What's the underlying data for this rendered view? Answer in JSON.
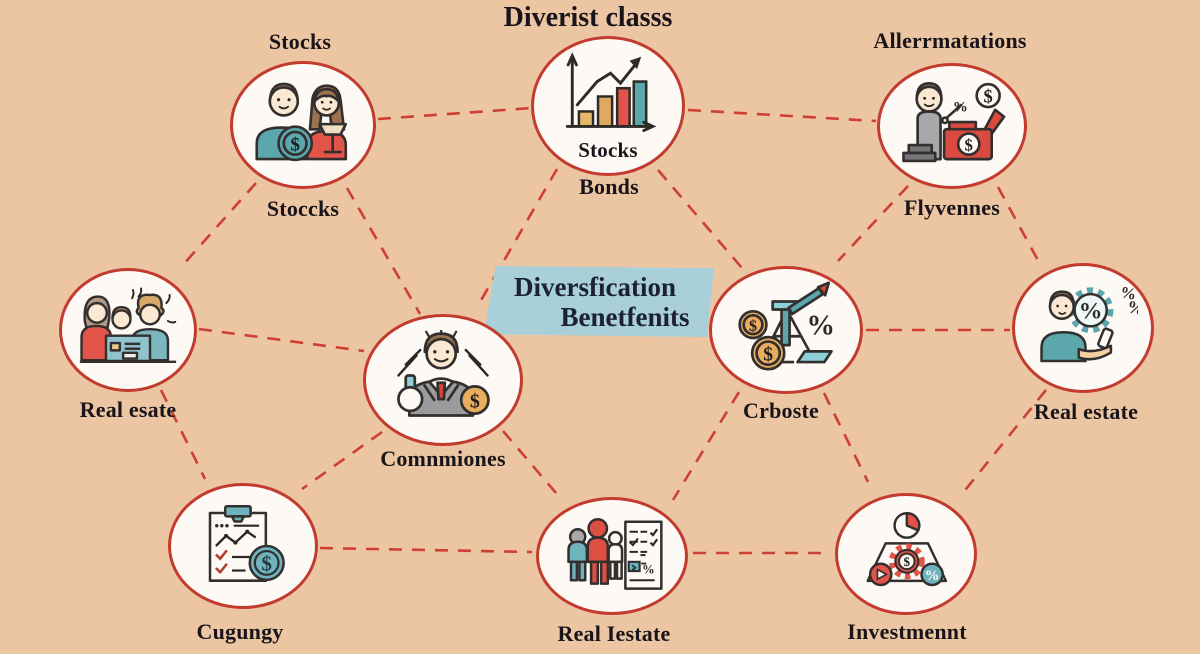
{
  "title": "Diverist classs",
  "center_box": {
    "line1": "Diversfication",
    "line2": "Benetfenits"
  },
  "nodes": {
    "top_left": {
      "label_above": "Stocks",
      "label_below": "Stoccks",
      "icon": "couple-coin-icon"
    },
    "top_center": {
      "label_inside": "Stocks",
      "label_below": "Bonds",
      "icon": "bar-chart-growth-icon"
    },
    "top_right": {
      "label_above": "Allerrmatations",
      "label_below": "Flyvennes",
      "icon": "man-machine-money-icon"
    },
    "mid_left": {
      "label_below": "Real esate",
      "icon": "family-desk-icon"
    },
    "center": {
      "label_below": "Comnmiones",
      "icon": "businessman-flask-coin-icon"
    },
    "mid_right": {
      "label_below": "Crboste",
      "icon": "oil-derrick-coins-icon"
    },
    "far_right": {
      "label_below": "Real estate",
      "icon": "person-percent-gear-icon"
    },
    "bottom_left": {
      "label_below": "Cugungy",
      "icon": "clipboard-chart-coin-icon"
    },
    "bottom_center": {
      "label_below": "Real Iestate",
      "icon": "people-checklist-icon"
    },
    "bottom_right": {
      "label_below": "Investmennt",
      "icon": "funnel-gear-pie-icon"
    }
  },
  "glyphs": {
    "dollar": "$",
    "percent": "%"
  },
  "colors": {
    "background": "#ecc5a2",
    "dashed_line": "#cd4033",
    "circle_border": "#c23b2e",
    "circle_fill": "#fdfaf6",
    "center_box_blue": "#a9cfd9",
    "text": "#18141a",
    "teal": "#5ba7ac",
    "red": "#e2544a",
    "gold": "#e8ae5e",
    "gray": "#9b9b9d"
  }
}
